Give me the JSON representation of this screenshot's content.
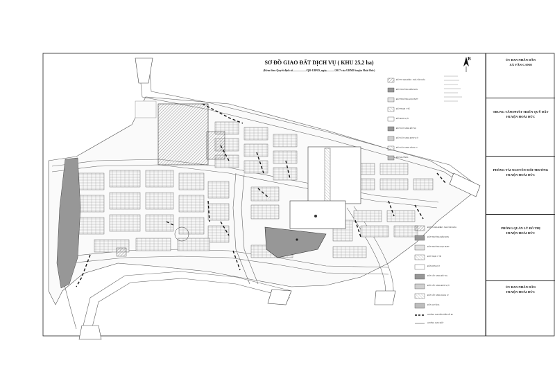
{
  "drawing": {
    "title": "SƠ ĐỒ GIAO ĐẤT DỊCH VỤ ( KHU 25,2 ha)",
    "subtitle": "(Kèm theo Quyết định số.................../QĐ-UBND, ngày.........../2017 của UBND huyện Hoài Đức)",
    "north_label": "B"
  },
  "title_block": [
    {
      "lines": [
        "ỦY BAN NHÂN DÂN",
        "XÃ VÂN CANH"
      ]
    },
    {
      "lines": [
        "TRUNG TÂM PHÁT TRIỂN QUỸ ĐẤT",
        "HUYỆN HOÀI ĐỨC"
      ]
    },
    {
      "lines": [
        "PHÒNG TÀI NGUYÊN MÔI TRƯỜNG",
        "HUYỆN HOÀI ĐỨC"
      ]
    },
    {
      "lines": [
        "PHÒNG QUẢN LÝ ĐÔ THỊ",
        "HUYỆN HOÀI ĐỨC"
      ]
    },
    {
      "lines": [
        "ỦY BAN NHÂN DÂN",
        "HUYỆN HOÀI ĐỨC"
      ]
    }
  ],
  "legend_upper": [
    "ĐẤT TƯ ĐỊA ĐIỂM - NHÀ VĂN HÓA",
    "ĐẤT TRƯỜNG MẦM NON",
    "ĐẤT TRƯỜNG HỌC PHPT",
    "ĐẤT TRẠM Y TẾ",
    "ĐẤT ĐƠN VỊ Ở",
    "ĐẤT CÂY XANH ĐÔ THỊ",
    "ĐẤT CÂY XANH ĐƠN VỊ Ở",
    "ĐẤT CÂY XANH CÁCH LY",
    "ĐẤT HẠ TẦNG"
  ],
  "legend_lower": [
    "ĐẤT TƯ ĐỊA ĐIỂM - NHÀ VĂN HÓA",
    "ĐẤT TRƯỜNG MẦM NON",
    "ĐẤT TRƯỜNG HỌC PHPT",
    "ĐẤT TRẠM Y TẾ",
    "ĐẤT ĐƠN VỊ Ở",
    "ĐẤT CÂY XANH ĐÔ THỊ",
    "ĐẤT CÂY XANH ĐƠN VỊ Ở",
    "ĐẤT CÂY XANH CÁCH LY",
    "ĐẤT HẠ TẦNG",
    "HƯỚNG CHUYỂN TIẾP LỐI ĐI",
    "HƯỚNG GIAO ĐẤT"
  ],
  "colors": {
    "ink": "#222222",
    "hatch": "#8a8a8a",
    "park": "#9a9a9a",
    "road_fill": "#ffffff",
    "paper": "#ffffff"
  },
  "icons": {
    "north_arrow": "north-arrow-icon",
    "delivery_arrow": "dashed-arrow-icon"
  }
}
